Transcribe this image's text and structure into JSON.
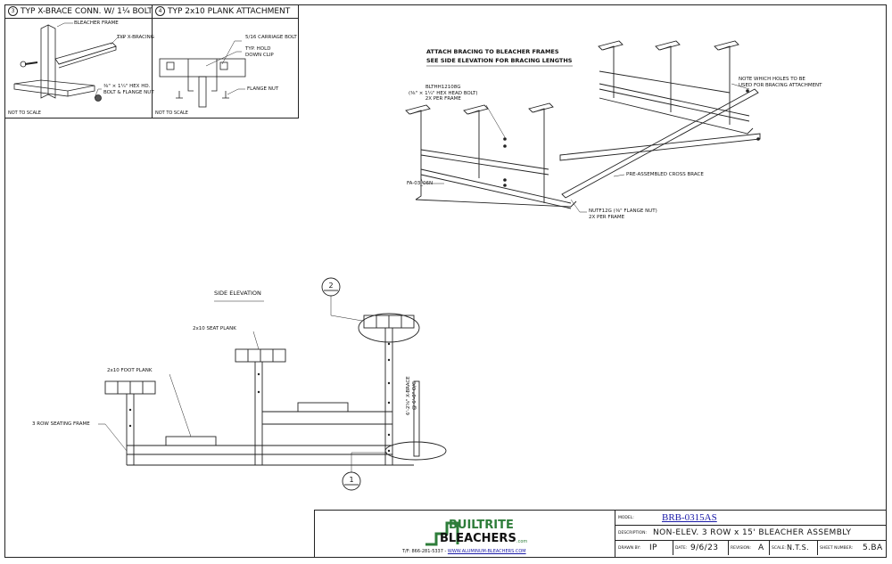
{
  "detail_3": {
    "number": "3",
    "title": "TYP X-BRACE CONN. W/ 1¼ BOLT",
    "labels": {
      "bleacher_frame": "BLEACHER FRAME",
      "x_bracing": "TYP X-BRACING",
      "bolt": "⅜\" × 1¼\" HEX HD.\nBOLT & FLANGE NUT"
    },
    "scale_note": "NOT TO SCALE"
  },
  "detail_4": {
    "number": "4",
    "title": "TYP 2x10 PLANK ATTACHMENT",
    "labels": {
      "carriage_bolt": "5/16 CARRIAGE BOLT",
      "hold_down": "TYP. HOLD\nDOWN CLIP",
      "flange_nut": "FLANGE NUT"
    },
    "scale_note": "NOT TO SCALE"
  },
  "iso_view": {
    "heading_line1": "ATTACH BRACING TO BLEACHER FRAMES",
    "heading_line2": "SEE SIDE ELEVATION FOR BRACING LENGTHS",
    "bolt_callout": "BLTHH12108G\n(⅜\" × 1¼\" HEX HEAD BOLT)\n2X PER FRAME",
    "note_holes": "NOTE WHICH HOLES TO BE\nUSED FOR BRACING ATTACHMENT",
    "frame_part": "FA-03_06N",
    "cross_brace": "PRE-ASSEMBLED CROSS BRACE",
    "nut_callout": "NUTF12G (⅜\" FLANGE NUT)\n2X PER FRAME"
  },
  "side_elevation": {
    "title": "SIDE ELEVATION",
    "callout_2": "2",
    "callout_1": "1",
    "seat_plank": "2x10 SEAT PLANK",
    "foot_plank": "2x10 FOOT PLANK",
    "seating_frame": "3 ROW SEATING FRAME",
    "xbrace_label": "6'-2⅝\" X-BRACE\n@ 6'-0\" O/C"
  },
  "title_block": {
    "logo_line1": "BUILTRITE",
    "logo_line2": "BLEACHERS",
    "logo_com": ".com",
    "contact_prefix": "T/F: 866-281-5337 - ",
    "contact_link": "WWW.ALUMINUM-BLEACHERS.COM",
    "model_label": "MODEL:",
    "model_value": "BRB-0315AS",
    "description_label": "DESCRIPTION:",
    "description_value": "NON-ELEV. 3 ROW x 15' BLEACHER ASSEMBLY",
    "drawn_by_label": "DRAWN BY:",
    "drawn_by_value": "IP",
    "date_label": "DATE:",
    "date_value": "9/6/23",
    "revision_label": "REVISION:",
    "revision_value": "A",
    "scale_label": "SCALE:",
    "scale_value": "N.T.S.",
    "sheet_label": "SHEET NUMBER:",
    "sheet_value": "5.BA"
  },
  "colors": {
    "line": "#222222",
    "logo_green": "#2e7d3a",
    "link_blue": "#1a1aa8"
  }
}
